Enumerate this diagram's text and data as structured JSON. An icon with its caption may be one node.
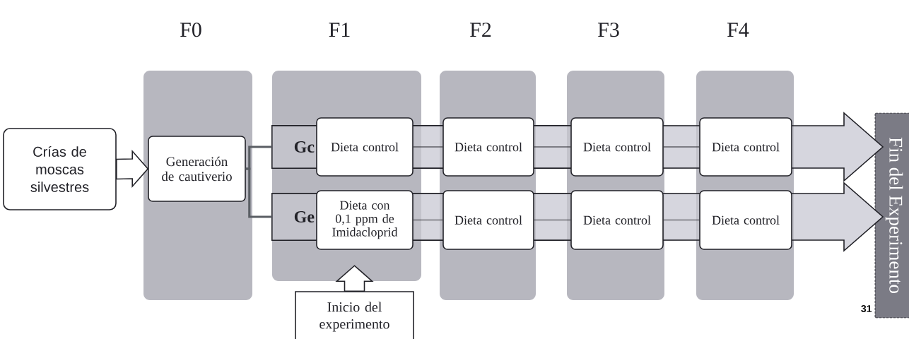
{
  "diagram": {
    "nodes": [
      {
        "text": [
          "Crías de moscas silvestres"
        ]
      },
      {
        "text": [
          "F0"
        ]
      },
      {
        "text": [
          "Generación de cautiverio"
        ],
        "in": 1
      },
      {
        "text": [
          "F1"
        ]
      },
      {
        "text": [
          "F2"
        ]
      },
      {
        "text": [
          "F3"
        ]
      },
      {
        "text": [
          "F4"
        ]
      },
      {
        "text": [
          "Gc"
        ],
        "in": 3
      },
      {
        "text": [
          "Ge"
        ],
        "in": 3
      },
      {
        "text": [
          "Dieta control"
        ],
        "in": 3
      },
      {
        "text": [
          "Dieta control"
        ],
        "in": 4
      },
      {
        "text": [
          "Dieta control"
        ],
        "in": 5
      },
      {
        "text": [
          "Dieta control"
        ],
        "in": 6
      },
      {
        "text": [
          "Dieta con 0,1 ppm de Imidacloprid"
        ],
        "in": 3
      },
      {
        "text": [
          "Dieta control"
        ],
        "in": 4
      },
      {
        "text": [
          "Dieta control"
        ],
        "in": 5
      },
      {
        "text": [
          "Dieta control"
        ],
        "in": 6
      },
      {
        "text": [
          "Inicio del experimento"
        ]
      },
      {
        "text": [
          "Fin del Experimento"
        ]
      }
    ],
    "edges": [
      {
        "from": 0,
        "to": 2,
        "arrow": "to"
      },
      {
        "from": 2,
        "to": 7,
        "arrow": "none",
        "style": "thick",
        "color": "#5a5e64"
      },
      {
        "from": 2,
        "to": 8,
        "arrow": "none",
        "style": "thick",
        "color": "#5a5e64"
      },
      {
        "from": 9,
        "to": 10,
        "arrow": "none"
      },
      {
        "from": 10,
        "to": 11,
        "arrow": "none"
      },
      {
        "from": 11,
        "to": 12,
        "arrow": "none"
      },
      {
        "from": 13,
        "to": 14,
        "arrow": "none"
      },
      {
        "from": 14,
        "to": 15,
        "arrow": "none"
      },
      {
        "from": 15,
        "to": 16,
        "arrow": "none"
      },
      {
        "from": 17,
        "to": 3,
        "arrow": "to"
      },
      {
        "from": 7,
        "to": 18,
        "arrow": "to"
      },
      {
        "from": 8,
        "to": 18,
        "arrow": "to"
      }
    ],
    "labels": [
      "31"
    ]
  }
}
